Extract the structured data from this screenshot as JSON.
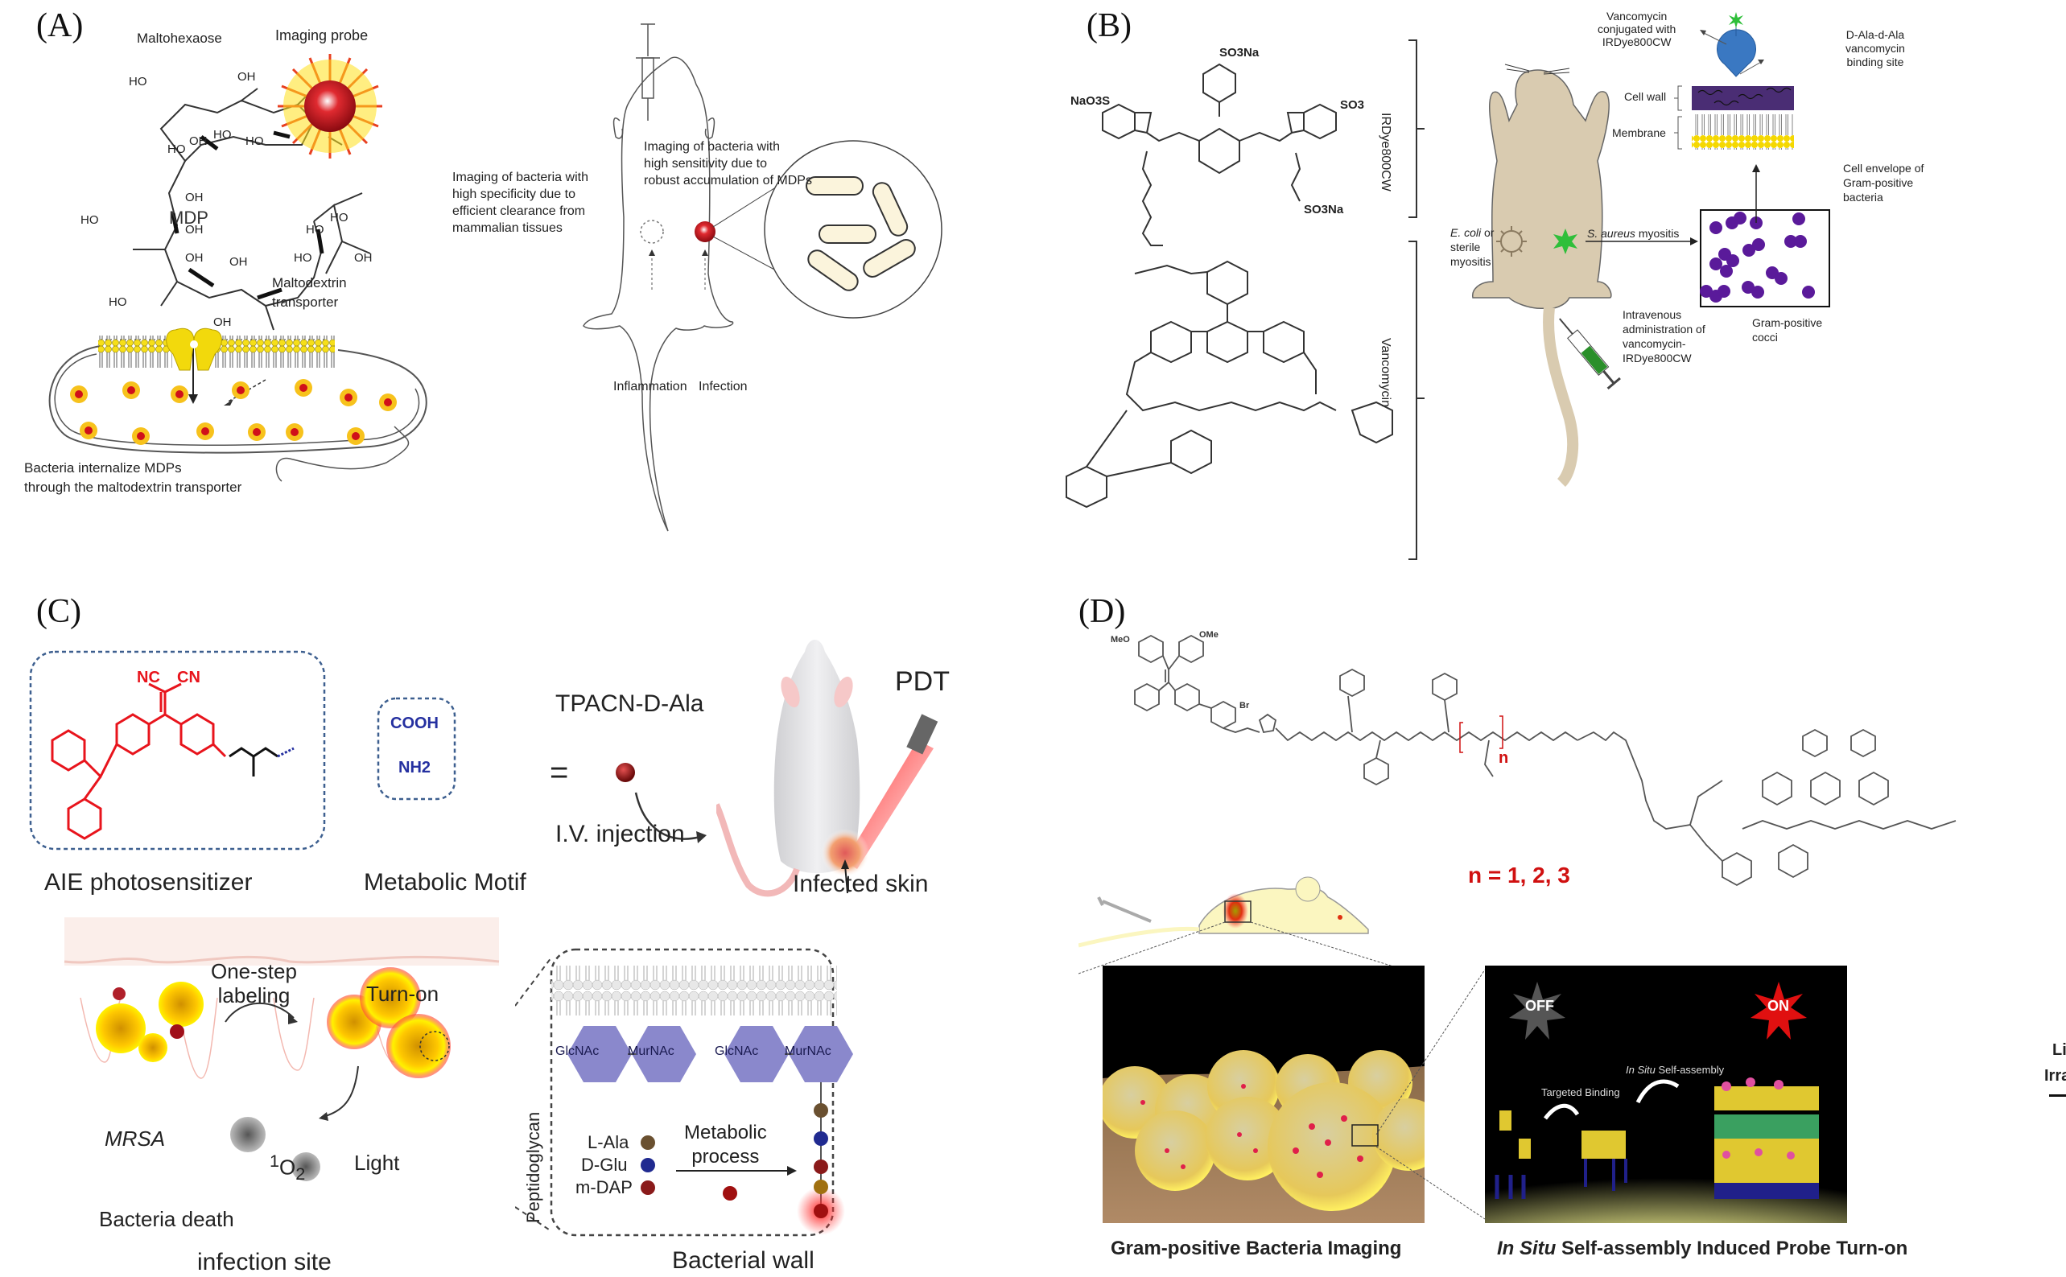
{
  "figure": {
    "panels": [
      {
        "id": "A",
        "label": "(A)",
        "texts": {
          "maltohexaose": "Maltohexaose",
          "imaging_probe": "Imaging probe",
          "mdp": "MDP",
          "maltodextrin_transporter": "Maltodextrin\ntransporter",
          "internalize": "Bacteria internalize MDPs\nthrough the maltodextrin transporter",
          "specificity": "Imaging of bacteria with\nhigh specificity due to\nefficient clearance from\nmammalian tissues",
          "sensitivity": "Imaging of bacteria with\nhigh sensitivity due to\n robust accumulation of MDPs",
          "inflammation": "Inflammation",
          "infection": "Infection"
        },
        "chem_labels": [
          "HO",
          "OH",
          "HO",
          "OH",
          "HO",
          "HO",
          "OH",
          "HO",
          "OH",
          "HO",
          "HO",
          "HO",
          "OH",
          "OH",
          "OH",
          "HO",
          "OH"
        ]
      },
      {
        "id": "B",
        "label": "(B)",
        "texts": {
          "irdye_bracket": "IRDye800CW",
          "vanco_bracket": "Vancomycin",
          "so3na_top": "SO3Na",
          "nao3s": "NaO3S",
          "so3": "SO3",
          "so3na_chain": "SO3Na",
          "vanco_conj": "Vancomycin\nconjugated with\nIRDye800CW",
          "binding_site": "D-Ala-d-Ala\nvancomycin\nbinding site",
          "cell_wall": "Cell wall",
          "membrane": "Membrane",
          "cell_envelope": "Cell envelope of\nGram-positive\nbacteria",
          "ecoli": "E. coli",
          "ecoli_rest": " or\nsterile\nmyositis",
          "saureus": "S. aureus",
          "saureus_rest": " myositis",
          "iv_admin": "Intravenous\nadministration of\nvancomycin-\nIRDye800CW",
          "gram_cocci": "Gram-positive\ncocci"
        }
      },
      {
        "id": "C",
        "label": "(C)",
        "texts": {
          "nc": "NC",
          "cn": "CN",
          "cooh": "COOH",
          "nh2": "NH2",
          "aie": "AIE photosensitizer",
          "metabolic_motif": "Metabolic Motif",
          "equals": "=",
          "tpacn": "TPACN-D-Ala",
          "iv_injection": "I.V. injection",
          "pdt": "PDT",
          "infected_skin": "Infected skin",
          "one_step": "One-step\nlabeling",
          "turn_on": "Turn-on",
          "mrsa": "MRSA",
          "singlet_o2": "1O2",
          "light": "Light",
          "bacteria_death": "Bacteria death",
          "infection_site": "infection site",
          "peptidoglycan": "Peptidoglycan",
          "glcnac": "GlcNAc",
          "murnac": "MurNAc",
          "l_ala": "L-Ala",
          "d_glu": "D-Glu",
          "m_dap": "m-DAP",
          "metabolic_process": "Metabolic\nprocess",
          "bacterial_wall": "Bacterial wall"
        }
      },
      {
        "id": "D",
        "label": "(D)",
        "texts": {
          "meo": "MeO",
          "ome": "OMe",
          "br": "Br",
          "n_label": "n",
          "n_values": "n = 1, 2, 3",
          "gram_imaging": "Gram-positive Bacteria Imaging",
          "insitu_caption_italic": "In Situ",
          "insitu_caption_rest": " Self-assembly Induced Probe Turn-on",
          "off": "OFF",
          "on": "ON",
          "targeted_binding": "Targeted Binding",
          "insitu_italic": "In Situ",
          "insitu_rest": " Self-assembly",
          "light_cut": "Lig",
          "irrad_cut": "Irrad"
        }
      }
    ],
    "colors": {
      "probe_red": "#c0141c",
      "probe_yellow": "#ffe01a",
      "mouse_tan": "#d9cbb0",
      "vanco_blue": "#3a78c2",
      "cell_wall_purple": "#4a2d74",
      "cocci_purple": "#5a1a9a",
      "dye_green": "#2fbf3a",
      "aie_red": "#e8141c",
      "motif_blue": "#2530a0",
      "hexagon_purple": "#8a88cc",
      "mouse_d_yellow": "#fbf6c0",
      "n_red": "#d01010"
    }
  }
}
